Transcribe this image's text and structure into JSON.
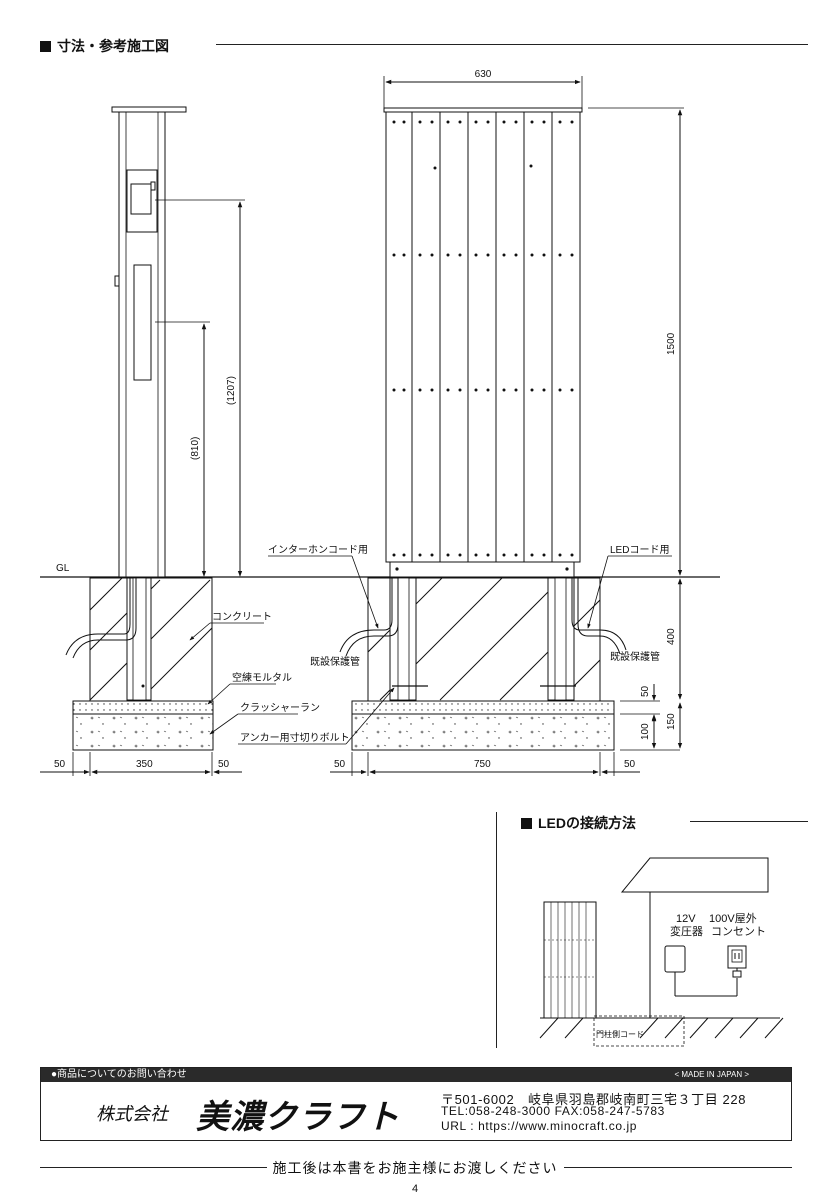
{
  "section1": {
    "title": "寸法・参考施工図"
  },
  "section2": {
    "title": "LEDの接続方法"
  },
  "dims": {
    "gl": "GL",
    "top_width": "630",
    "height_1500": "1500",
    "h_1207": "(1207)",
    "h_810": "(810)",
    "d_400": "400",
    "d_50": "50",
    "d_150": "150",
    "d_100": "100",
    "b_50a": "50",
    "b_350": "350",
    "b_50b": "50",
    "b_50c": "50",
    "b_750": "750",
    "b_50d": "50"
  },
  "labels": {
    "intercom": "インターホンコード用",
    "led_cord": "LEDコード用",
    "concrete": "コンクリート",
    "mortar": "空練モルタル",
    "crusher": "クラッシャーラン",
    "anchor": "アンカー用寸切りボルト",
    "pipe_left": "既設保護管",
    "pipe_right": "既設保護管"
  },
  "led": {
    "transformer_l1": "12V",
    "transformer_l2": "変圧器",
    "outlet_l1": "100V屋外",
    "outlet_l2": "コンセント",
    "cord": "門柱側コード"
  },
  "contact": {
    "bar_left": "●商品についてのお問い合わせ",
    "bar_right": "< MADE IN JAPAN >",
    "company_prefix": "株式会社",
    "company_name": "美濃クラフト",
    "address": "〒501-6002　岐阜県羽島郡岐南町三宅３丁目 228",
    "tel": "TEL:058-248-3000  FAX:058-247-5783",
    "url": "URL : https://www.minocraft.co.jp"
  },
  "footer": {
    "note": "施工後は本書をお施主様にお渡しください",
    "page": "4"
  }
}
